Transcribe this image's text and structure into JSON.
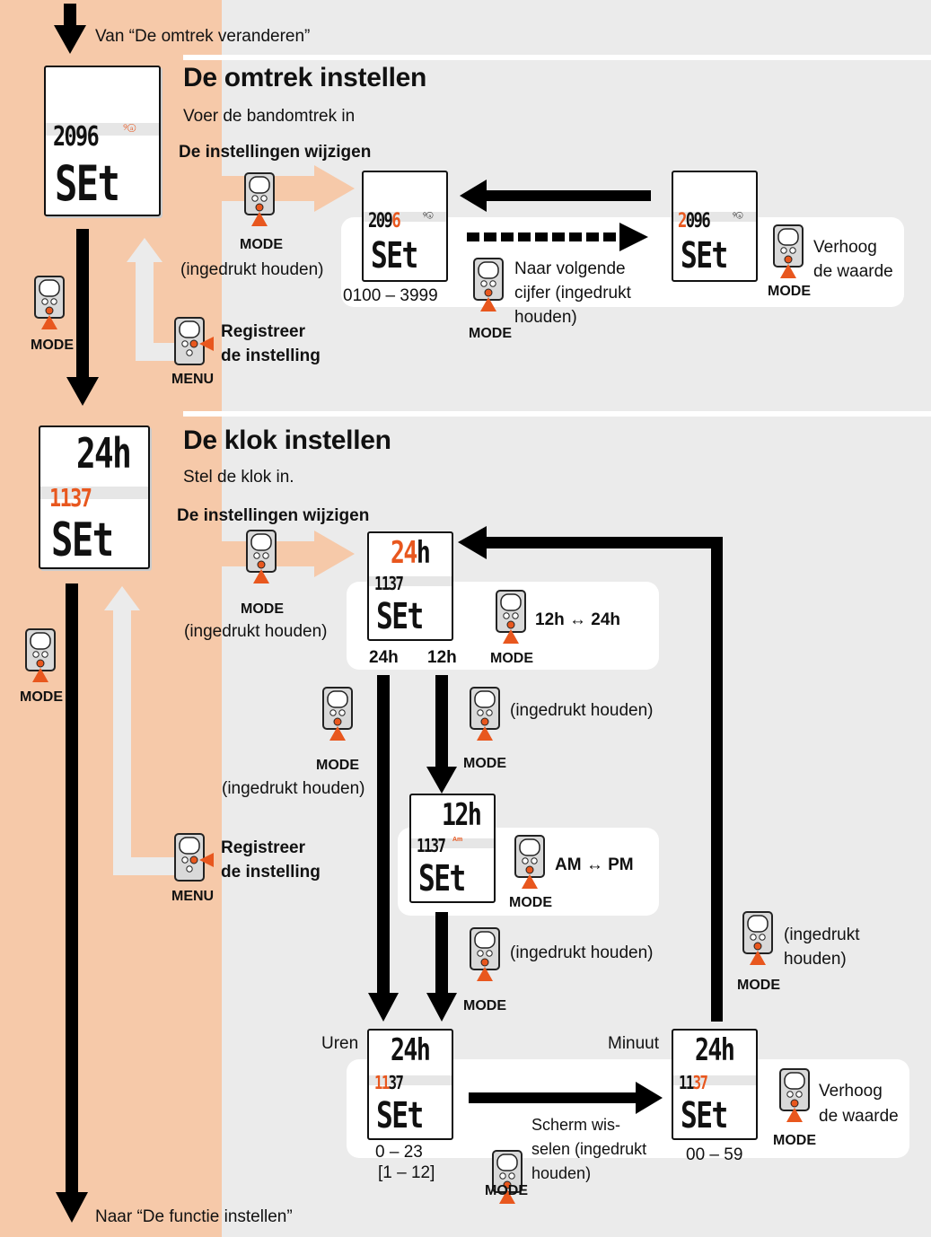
{
  "top_note": "Van “De omtrek veranderen”",
  "bottom_note": "Naar “De functie instellen”",
  "section1": {
    "title": "De omtrek instellen",
    "subtitle": "Voer de bandomtrek in",
    "change_heading": "De instellingen wijzigen",
    "mode_label": "MODE",
    "hold_label": "(ingedrukt houden)",
    "range": "0100 – 3999",
    "next_digit": [
      "Naar volgende",
      "cijfer (ingedrukt",
      "houden)"
    ],
    "increase": [
      "Verhoog",
      "de waarde"
    ],
    "register": [
      "Registreer",
      "de instelling"
    ],
    "menu_label": "MENU",
    "lcd_value": "2096",
    "lcd_set": "SEt"
  },
  "section2": {
    "title": "De klok instellen",
    "subtitle": "Stel de klok in.",
    "change_heading": "De instellingen wijzigen",
    "mode_label": "MODE",
    "hold_label": "(ingedrukt houden)",
    "toggle_12_24": "12h ↔ 24h",
    "opt_24h": "24h",
    "opt_12h": "12h",
    "toggle_am_pm": "AM ↔ PM",
    "hours_label": "Uren",
    "minute_label": "Minuut",
    "hours_range": [
      "0 – 23",
      "[1 – 12]"
    ],
    "minute_range": "00 – 59",
    "switch_screen": [
      "Scherm wis-",
      "selen (ingedrukt",
      "houden)"
    ],
    "hold_split": [
      "(ingedrukt",
      "houden)"
    ],
    "increase": [
      "Verhoog",
      "de waarde"
    ],
    "register": [
      "Registreer",
      "de instelling"
    ],
    "menu_label": "MENU",
    "lcd_top_24": "24h",
    "lcd_top_12": "12h",
    "lcd_time": "1137",
    "lcd_am": "Am",
    "lcd_set": "SEt"
  },
  "colors": {
    "accent": "#e8571e",
    "sidebar": "#f6c9a9",
    "panel": "#ebebeb",
    "arrow": "#000000"
  }
}
